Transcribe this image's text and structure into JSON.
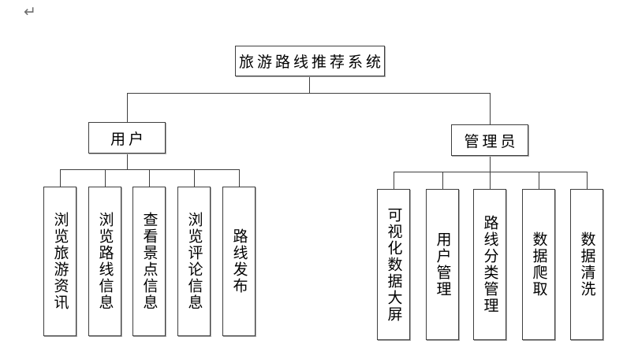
{
  "page": {
    "return_mark": "↵"
  },
  "diagram": {
    "root": {
      "label": "旅游路线推荐系统"
    },
    "branches": [
      {
        "label": "用户",
        "children": [
          "浏览旅游资讯",
          "浏览路线信息",
          "查看景点信息",
          "浏览评论信息",
          "路线发布"
        ]
      },
      {
        "label": "管理员",
        "children": [
          "可视化数据大屏",
          "用户管理",
          "路线分类管理",
          "数据爬取",
          "数据清洗"
        ]
      }
    ],
    "colors": {
      "line": "#3f3f3f",
      "border": "#3f3f3f",
      "text": "#000000",
      "background": "#ffffff",
      "return_mark": "#6e6e6e"
    }
  }
}
